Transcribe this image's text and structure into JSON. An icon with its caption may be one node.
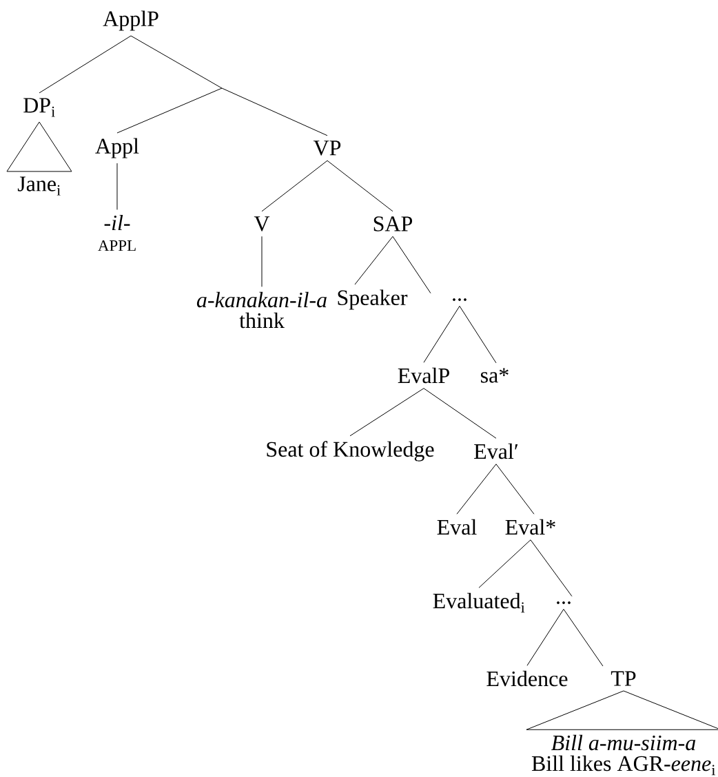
{
  "diagram": {
    "nodes": [
      {
        "text": [
          "ApplP"
        ]
      },
      {
        "text": [
          "DP$_{i}$"
        ]
      },
      {
        "text": [
          "Jane$_{i}$"
        ]
      },
      {
        "text": [
          "Appl"
        ]
      },
      {
        "text": [
          "VP"
        ]
      },
      {
        "text": [
          "*-il-*",
          "APPL"
        ]
      },
      {
        "text": [
          "V"
        ]
      },
      {
        "text": [
          "SAP"
        ]
      },
      {
        "text": [
          "*a-kanakan-il-a*",
          "think"
        ]
      },
      {
        "text": [
          "Speaker"
        ]
      },
      {
        "text": [
          "..."
        ]
      },
      {
        "text": [
          "EvalP"
        ]
      },
      {
        "text": [
          "sa*"
        ]
      },
      {
        "text": [
          "Seat of Knowledge"
        ]
      },
      {
        "text": [
          "Eval′"
        ]
      },
      {
        "text": [
          "Eval"
        ]
      },
      {
        "text": [
          "Eval*"
        ]
      },
      {
        "text": [
          "Evaluated$_{i}$"
        ]
      },
      {
        "text": [
          "..."
        ]
      },
      {
        "text": [
          "Evidence"
        ]
      },
      {
        "text": [
          "TP"
        ]
      },
      {
        "text": [
          "*Bill a-mu-siim-a*",
          "Bill likes AGR-*eene*$_{i}$"
        ]
      }
    ],
    "edges": [
      {
        "from": 0,
        "to": 1,
        "arrow": "none"
      },
      {
        "from": 0,
        "to": 3,
        "arrow": "none"
      },
      {
        "from": 0,
        "to": 4,
        "arrow": "none"
      },
      {
        "from": 1,
        "to": 2,
        "arrow": "none"
      },
      {
        "from": 3,
        "to": 5,
        "arrow": "none"
      },
      {
        "from": 4,
        "to": 6,
        "arrow": "none"
      },
      {
        "from": 4,
        "to": 7,
        "arrow": "none"
      },
      {
        "from": 6,
        "to": 8,
        "arrow": "none"
      },
      {
        "from": 7,
        "to": 9,
        "arrow": "none"
      },
      {
        "from": 7,
        "to": 10,
        "arrow": "none"
      },
      {
        "from": 10,
        "to": 11,
        "arrow": "none"
      },
      {
        "from": 10,
        "to": 12,
        "arrow": "none"
      },
      {
        "from": 11,
        "to": 13,
        "arrow": "none"
      },
      {
        "from": 11,
        "to": 14,
        "arrow": "none"
      },
      {
        "from": 14,
        "to": 15,
        "arrow": "none"
      },
      {
        "from": 14,
        "to": 16,
        "arrow": "none"
      },
      {
        "from": 16,
        "to": 17,
        "arrow": "none"
      },
      {
        "from": 16,
        "to": 18,
        "arrow": "none"
      },
      {
        "from": 18,
        "to": 19,
        "arrow": "none"
      },
      {
        "from": 18,
        "to": 20,
        "arrow": "none"
      },
      {
        "from": 20,
        "to": 21,
        "arrow": "none"
      }
    ]
  }
}
